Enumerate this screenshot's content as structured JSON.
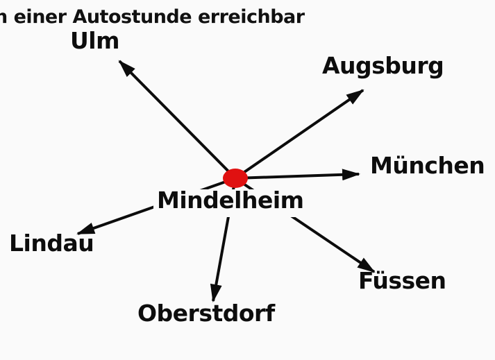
{
  "title": "n einer Autostunde erreichbar",
  "diagram": {
    "type": "radial-map",
    "center": {
      "name": "Mindelheim",
      "marker": "red-ellipse",
      "marker_color": "#e01111"
    },
    "cities": [
      {
        "name": "Ulm",
        "direction": "up-left"
      },
      {
        "name": "Augsburg",
        "direction": "up-right"
      },
      {
        "name": "München",
        "direction": "right"
      },
      {
        "name": "Lindau",
        "direction": "down-left"
      },
      {
        "name": "Füssen",
        "direction": "down-right"
      },
      {
        "name": "Oberstdorf",
        "direction": "down"
      }
    ]
  },
  "colors": {
    "background": "#fafafa",
    "arrow": "#0c0c0c",
    "text": "#0d0d0d",
    "center_marker": "#e01111"
  }
}
